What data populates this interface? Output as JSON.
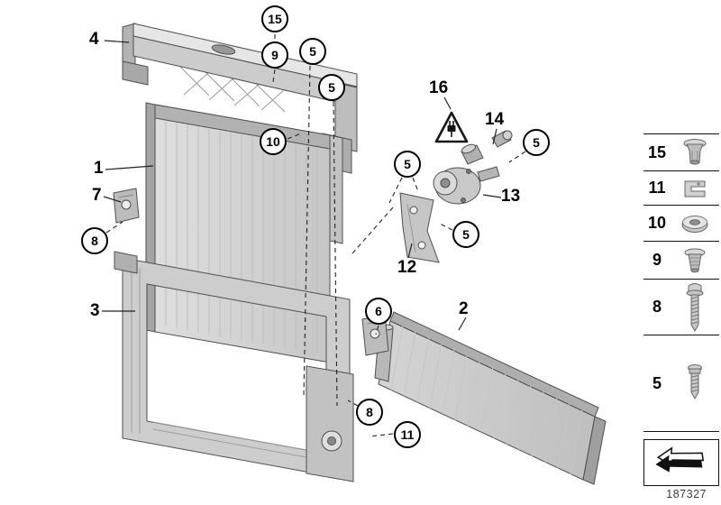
{
  "figure": {
    "part_number": "187327"
  },
  "callouts": [
    {
      "label": "4"
    },
    {
      "label": "15"
    },
    {
      "label": "9"
    },
    {
      "label": "5"
    },
    {
      "label": "5"
    },
    {
      "label": "10"
    },
    {
      "label": "1"
    },
    {
      "label": "7"
    },
    {
      "label": "8"
    },
    {
      "label": "3"
    },
    {
      "label": "16"
    },
    {
      "label": "14"
    },
    {
      "label": "5"
    },
    {
      "label": "13"
    },
    {
      "label": "5"
    },
    {
      "label": "5"
    },
    {
      "label": "12"
    },
    {
      "label": "6"
    },
    {
      "label": "2"
    },
    {
      "label": "8"
    },
    {
      "label": "11"
    }
  ],
  "legend": {
    "rows": [
      {
        "label": "15",
        "icon": "expansion-rivet-icon"
      },
      {
        "label": "11",
        "icon": "spring-clip-icon"
      },
      {
        "label": "10",
        "icon": "flat-nut-icon"
      },
      {
        "label": "9",
        "icon": "grommet-icon"
      },
      {
        "label": "8",
        "icon": "long-screw-icon"
      },
      {
        "label": "5",
        "icon": "short-screw-icon"
      }
    ],
    "arrow_icon": "direction-arrow-icon"
  }
}
